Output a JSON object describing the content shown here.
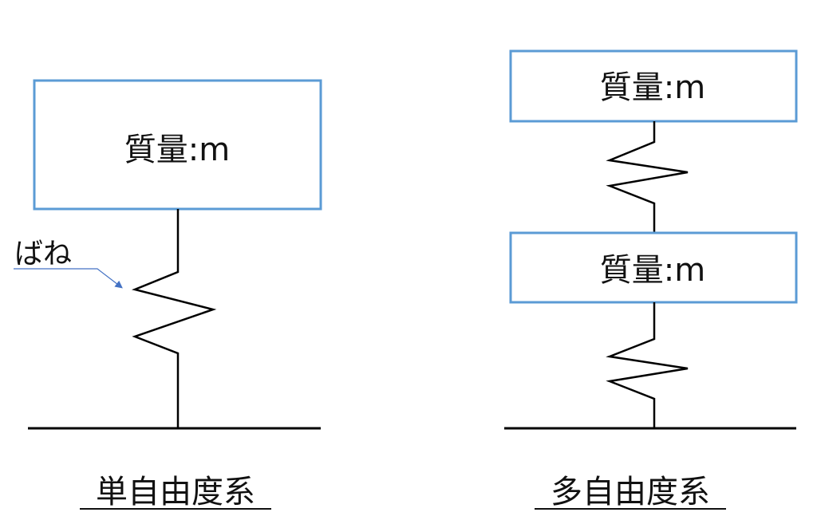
{
  "single": {
    "mass_label": "質量:m",
    "spring_label": "ばね",
    "caption": "単自由度系"
  },
  "multi": {
    "mass_top_label": "質量:m",
    "mass_bottom_label": "質量:m",
    "caption": "多自由度系"
  },
  "colors": {
    "box_border": "#5b9bd5",
    "leader": "#4472c4"
  }
}
